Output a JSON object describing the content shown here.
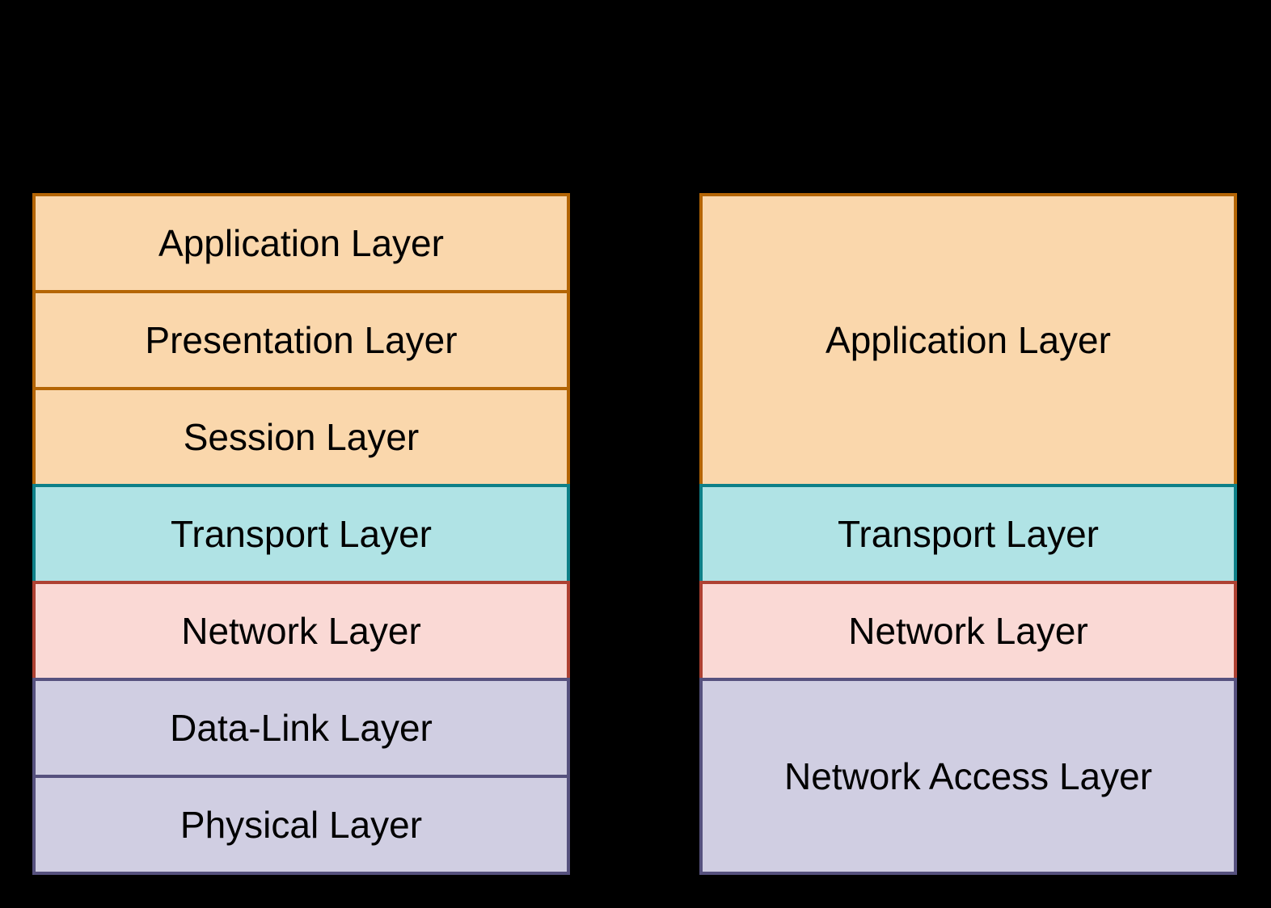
{
  "canvas": {
    "background": "#000000"
  },
  "colors": {
    "orange_fill": "#FAD7AC",
    "orange_stroke": "#B46504",
    "teal_fill": "#B0E3E5",
    "teal_stroke": "#0E8088",
    "red_fill": "#FAD9D5",
    "red_stroke": "#AE4132",
    "purple_fill": "#D0CEE2",
    "purple_stroke": "#56517E",
    "text": "#000000"
  },
  "osi_stack": {
    "layers": [
      {
        "label": "Application Layer",
        "color": "orange",
        "span": 1
      },
      {
        "label": "Presentation Layer",
        "color": "orange",
        "span": 1
      },
      {
        "label": "Session Layer",
        "color": "orange",
        "span": 1
      },
      {
        "label": "Transport Layer",
        "color": "teal",
        "span": 1
      },
      {
        "label": "Network Layer",
        "color": "red",
        "span": 1
      },
      {
        "label": "Data-Link Layer",
        "color": "purple",
        "span": 1
      },
      {
        "label": "Physical Layer",
        "color": "purple",
        "span": 1
      }
    ]
  },
  "tcpip_stack": {
    "layers": [
      {
        "label": "Application Layer",
        "color": "orange",
        "span": 3
      },
      {
        "label": "Transport Layer",
        "color": "teal",
        "span": 1
      },
      {
        "label": "Network Layer",
        "color": "red",
        "span": 1
      },
      {
        "label": "Network Access Layer",
        "color": "purple",
        "span": 2
      }
    ]
  }
}
